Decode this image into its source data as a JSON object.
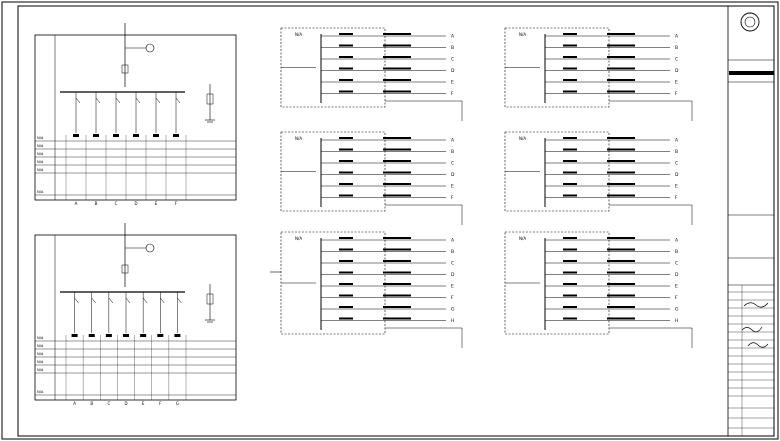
{
  "drawing": {
    "title": "",
    "panel_labels": {
      "upper": "",
      "lower": ""
    }
  },
  "single_line_diagram": {
    "row_header_labels": [
      "N/A",
      "N/A",
      "N/A",
      "N/A",
      "N/A",
      "N/A"
    ],
    "upper_panel": {
      "outgoing_circuits": [
        "A",
        "B",
        "C",
        "D",
        "E",
        "F"
      ]
    },
    "lower_panel": {
      "outgoing_circuits": [
        "A",
        "B",
        "C",
        "D",
        "E",
        "F",
        "G"
      ]
    }
  },
  "distribution_boards": {
    "middle_column": [
      {
        "name": "N/A",
        "circuits": [
          "A",
          "B",
          "C",
          "D",
          "E",
          "F"
        ]
      },
      {
        "name": "N/A",
        "circuits": [
          "A",
          "B",
          "C",
          "D",
          "E",
          "F"
        ]
      },
      {
        "name": "N/A",
        "circuits": [
          "A",
          "B",
          "C",
          "D",
          "E",
          "F",
          "G",
          "H"
        ]
      }
    ],
    "right_column": [
      {
        "name": "N/A",
        "circuits": [
          "A",
          "B",
          "C",
          "D",
          "E",
          "F"
        ]
      },
      {
        "name": "N/A",
        "circuits": [
          "A",
          "B",
          "C",
          "D",
          "E",
          "F"
        ]
      },
      {
        "name": "N/A",
        "circuits": [
          "A",
          "B",
          "C",
          "D",
          "E",
          "F",
          "G",
          "H"
        ]
      }
    ]
  },
  "title_block": {
    "company_name": "",
    "project_name": "",
    "drawing_name": "",
    "drawing_number": "",
    "scale": "",
    "date": ""
  }
}
